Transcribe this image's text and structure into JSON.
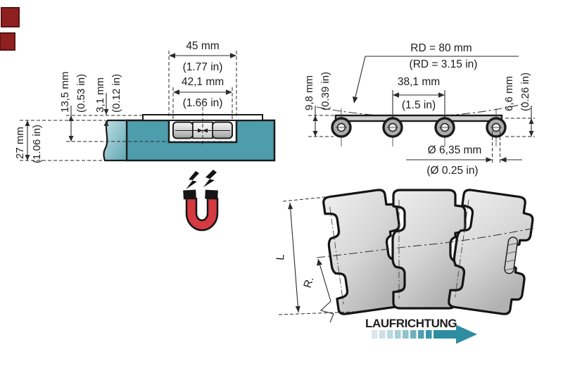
{
  "views": {
    "cross_section": {
      "dim_width_outer": {
        "mm": "45 mm",
        "in": "(1.77 in)"
      },
      "dim_width_inner": {
        "mm": "42,1 mm",
        "in": "(1.66 in)"
      },
      "dim_height_link": {
        "mm": "13,5 mm",
        "in": "(0.53 in)"
      },
      "dim_plate_thickness": {
        "mm": "3,1 mm",
        "in": "(0.12 in)"
      },
      "dim_track_height": {
        "mm": "27 mm",
        "in": "(1.06 in)"
      }
    },
    "side_view": {
      "dim_backflex_radius": {
        "mm": "RD = 80 mm",
        "in": "(RD = 3.15 in)"
      },
      "dim_pitch": {
        "mm": "38,1 mm",
        "in": "(1.5 in)"
      },
      "dim_height_total": {
        "mm": "9,8 mm",
        "in": "(0.39 in)"
      },
      "dim_roller_diameter": {
        "mm": "6,6 mm",
        "in": "(0.26 in)"
      },
      "dim_pin_diameter": {
        "mm": "Ø 6,35 mm",
        "in": "(Ø 0.25 in)"
      }
    },
    "top_view": {
      "dim_length_label": "L",
      "dim_radius_label": "R.",
      "direction_label": "LAUFRICHTUNG"
    }
  },
  "colors": {
    "track_teal": "#4E9DAC",
    "track_teal_light": "#AFD4DA",
    "direction_arrow_teal": "#2E8DA1",
    "magnet_red": "#D43A3F",
    "outline_black": "#1a1a1a",
    "plate_gray": "#d9d9d9",
    "corner_marker_red": "#8F2020"
  }
}
